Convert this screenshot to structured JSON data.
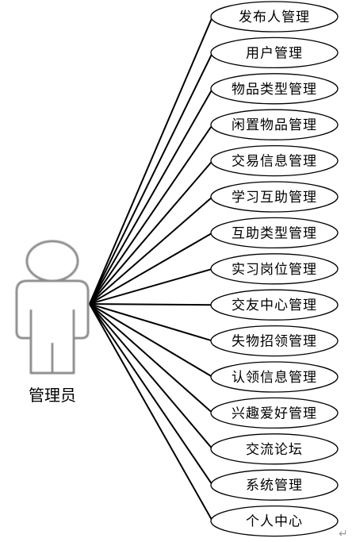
{
  "actor": {
    "label": "管理员",
    "icon": "person-outline-icon"
  },
  "use_cases": [
    {
      "label": "发布人管理"
    },
    {
      "label": "用户管理"
    },
    {
      "label": "物品类型管理"
    },
    {
      "label": "闲置物品管理"
    },
    {
      "label": "交易信息管理"
    },
    {
      "label": "学习互助管理"
    },
    {
      "label": "互助类型管理"
    },
    {
      "label": "实习岗位管理"
    },
    {
      "label": "交友中心管理"
    },
    {
      "label": "失物招领管理"
    },
    {
      "label": "认领信息管理"
    },
    {
      "label": "兴趣爱好管理"
    },
    {
      "label": "交流论坛"
    },
    {
      "label": "系统管理"
    },
    {
      "label": "个人中心"
    }
  ],
  "paragraph_mark": "↵"
}
